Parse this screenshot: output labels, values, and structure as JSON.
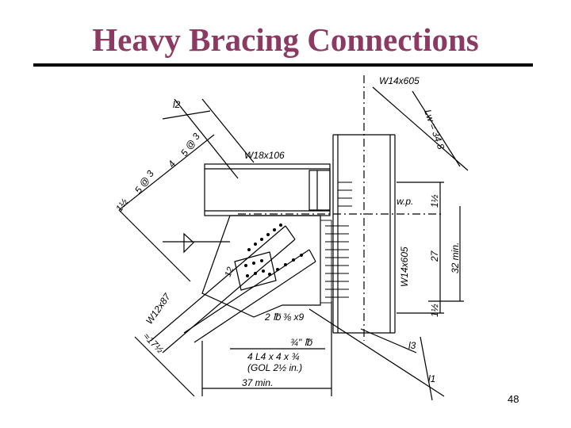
{
  "slide": {
    "title": "Heavy Bracing Connections",
    "page_number": "48"
  },
  "drawing": {
    "labels": {
      "column_centerline_label": "W14x605",
      "beam_label": "W18x106",
      "column_label": "W14x605",
      "brace_label": "W12x87",
      "dim_l2": "l2",
      "dim_l3": "l3",
      "dim_l1": "l1",
      "dim_lw": "Lw = 34.8",
      "dim_wp": "w.p.",
      "dim_one_half_top": "1½",
      "dim_one_half_bottom": "1½",
      "dim_27": "27",
      "dim_32_min": "32 min.",
      "dim_one_half_left": "1½",
      "bolt_spacing_a": "5 @ 3",
      "bolt_spacing_b": "4",
      "bolt_spacing_c": "5 @ 3",
      "gusset_plate": "2 ℔ ⅜ x9",
      "angle_plate": "¾\" ℔",
      "angles_line1": "4  L4 x 4 x ¾",
      "angles_line2": "(GOL 2½ in.)",
      "dim_37_min": "37 min.",
      "dim_17_half": "≈17½",
      "brace_slope": "12"
    }
  }
}
